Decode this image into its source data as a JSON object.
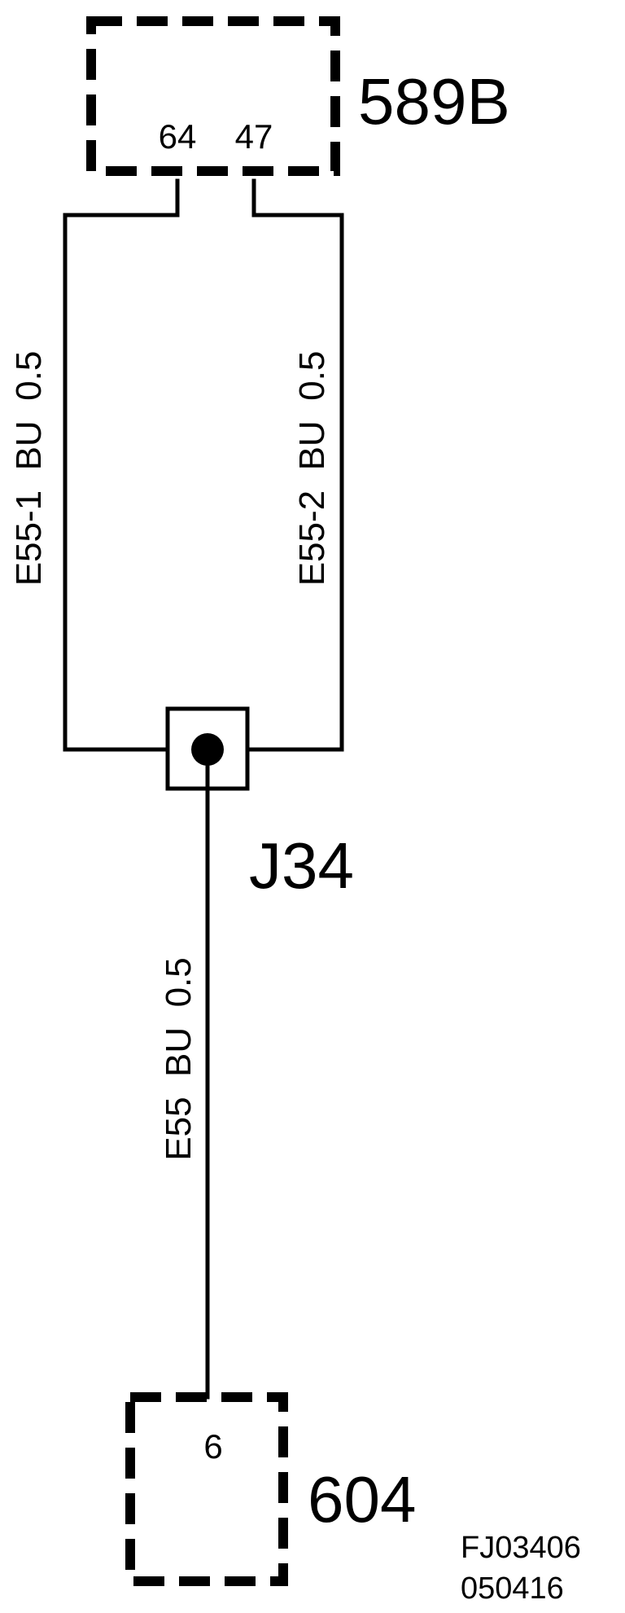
{
  "connectors": {
    "top": {
      "name": "589B",
      "pins": [
        "64",
        "47"
      ]
    },
    "bottom": {
      "name": "604",
      "pins": [
        "6"
      ]
    }
  },
  "splice": {
    "name": "J34"
  },
  "wires": {
    "left": "E55-1  BU  0.5",
    "right": "E55-2  BU  0.5",
    "bottom": "E55  BU  0.5"
  },
  "reference": {
    "line1": "FJ03406",
    "line2": "050416"
  }
}
